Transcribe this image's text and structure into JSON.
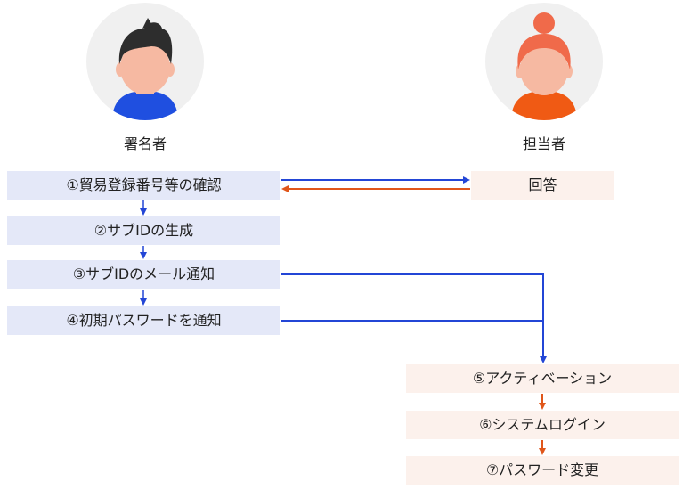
{
  "actors": {
    "signer": {
      "label": "署名者"
    },
    "staff": {
      "label": "担当者"
    }
  },
  "signer_steps": [
    "①貿易登録番号等の確認",
    "②サブIDの生成",
    "③サブIDのメール通知",
    "④初期パスワードを通知"
  ],
  "staff_reply": "回答",
  "staff_steps": [
    "⑤アクティベーション",
    "⑥システムログイン",
    "⑦パスワード変更"
  ],
  "colors": {
    "signer_box": "#e4e8f8",
    "staff_box": "#fcf1ec",
    "blue_arrow": "#2346d6",
    "orange_arrow": "#e0561a"
  }
}
